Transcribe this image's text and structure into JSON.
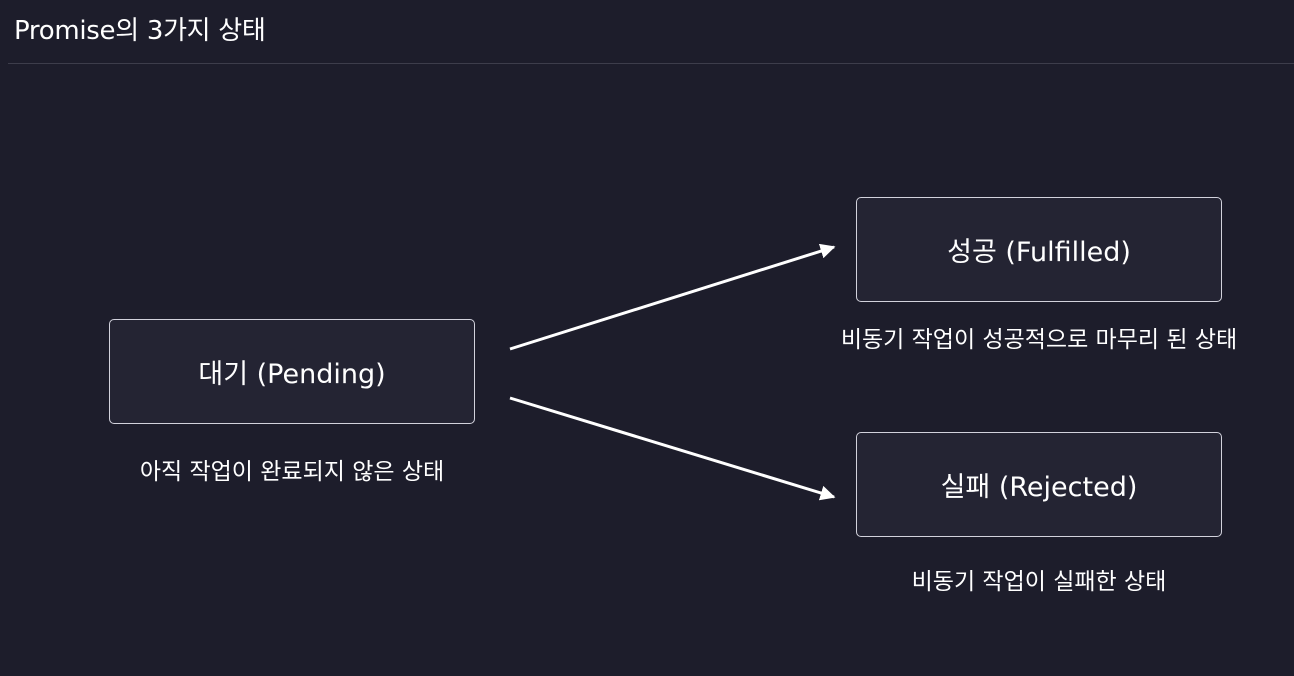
{
  "title": "Promise의 3가지 상태",
  "colors": {
    "background": "#1d1d2b",
    "box_fill": "#242433",
    "box_border": "#d2d2dc",
    "text": "#ffffff",
    "arrow": "#ffffff"
  },
  "nodes": {
    "pending": {
      "label": "대기 (Pending)",
      "description": "아직 작업이 완료되지 않은 상태"
    },
    "fulfilled": {
      "label": "성공 (Fulfilled)",
      "description": "비동기 작업이 성공적으로 마무리 된 상태"
    },
    "rejected": {
      "label": "실패 (Rejected)",
      "description": "비동기 작업이 실패한 상태"
    }
  },
  "edges": [
    {
      "from": "pending",
      "to": "fulfilled"
    },
    {
      "from": "pending",
      "to": "rejected"
    }
  ]
}
